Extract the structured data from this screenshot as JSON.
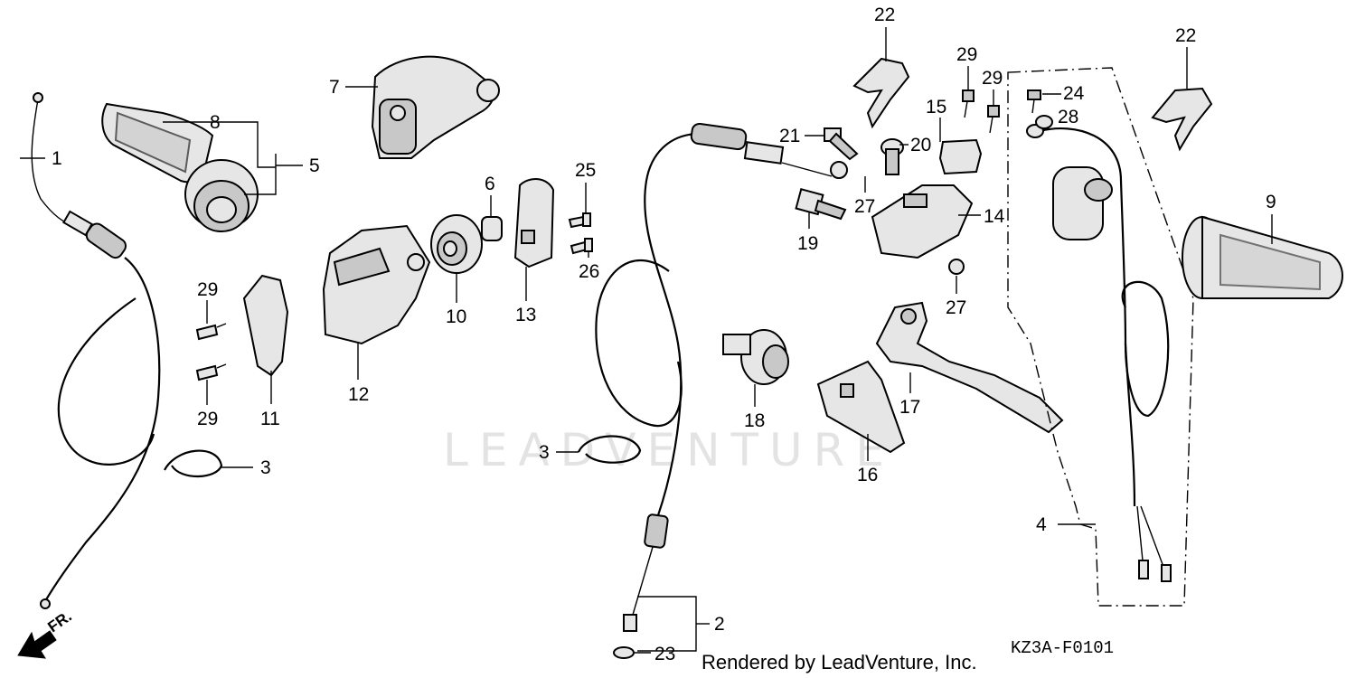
{
  "watermark": "LEADVENTURE",
  "footer": {
    "credit": "Rendered by LeadVenture, Inc.",
    "diagram_code": "KZ3A-F0101"
  },
  "direction": {
    "label": "FR."
  },
  "callouts": {
    "p1": "1",
    "p2": "2",
    "p3a": "3",
    "p3b": "3",
    "p4": "4",
    "p5": "5",
    "p6": "6",
    "p7": "7",
    "p8": "8",
    "p9": "9",
    "p10": "10",
    "p11": "11",
    "p12": "12",
    "p13": "13",
    "p14": "14",
    "p15": "15",
    "p16": "16",
    "p17": "17",
    "p18": "18",
    "p19": "19",
    "p20": "20",
    "p21": "21",
    "p22a": "22",
    "p22b": "22",
    "p23": "23",
    "p24": "24",
    "p25": "25",
    "p26": "26",
    "p27a": "27",
    "p27b": "27",
    "p28": "28",
    "p29a": "29",
    "p29b": "29",
    "p29c": "29",
    "p29d": "29"
  }
}
